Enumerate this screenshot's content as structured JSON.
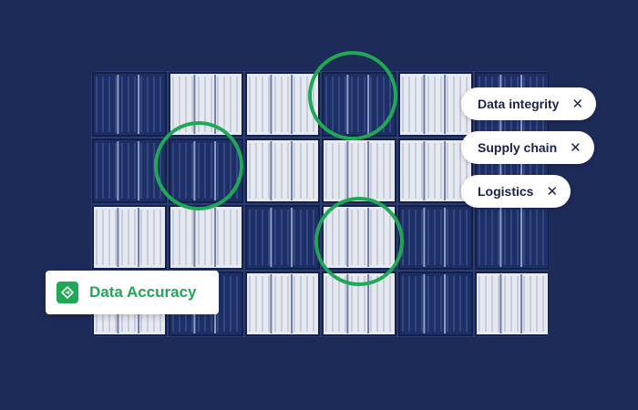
{
  "tags": [
    {
      "label": "Data integrity",
      "close": "✕"
    },
    {
      "label": "Supply chain",
      "close": "✕"
    },
    {
      "label": "Logistics",
      "close": "✕"
    }
  ],
  "badge": {
    "label": "Data Accuracy",
    "icon": "diamond-arrow-icon"
  },
  "colors": {
    "background": "#1d2b58",
    "accent": "#1fa855",
    "container_dark": "#1e2f66",
    "container_light": "#e6e9f0"
  }
}
